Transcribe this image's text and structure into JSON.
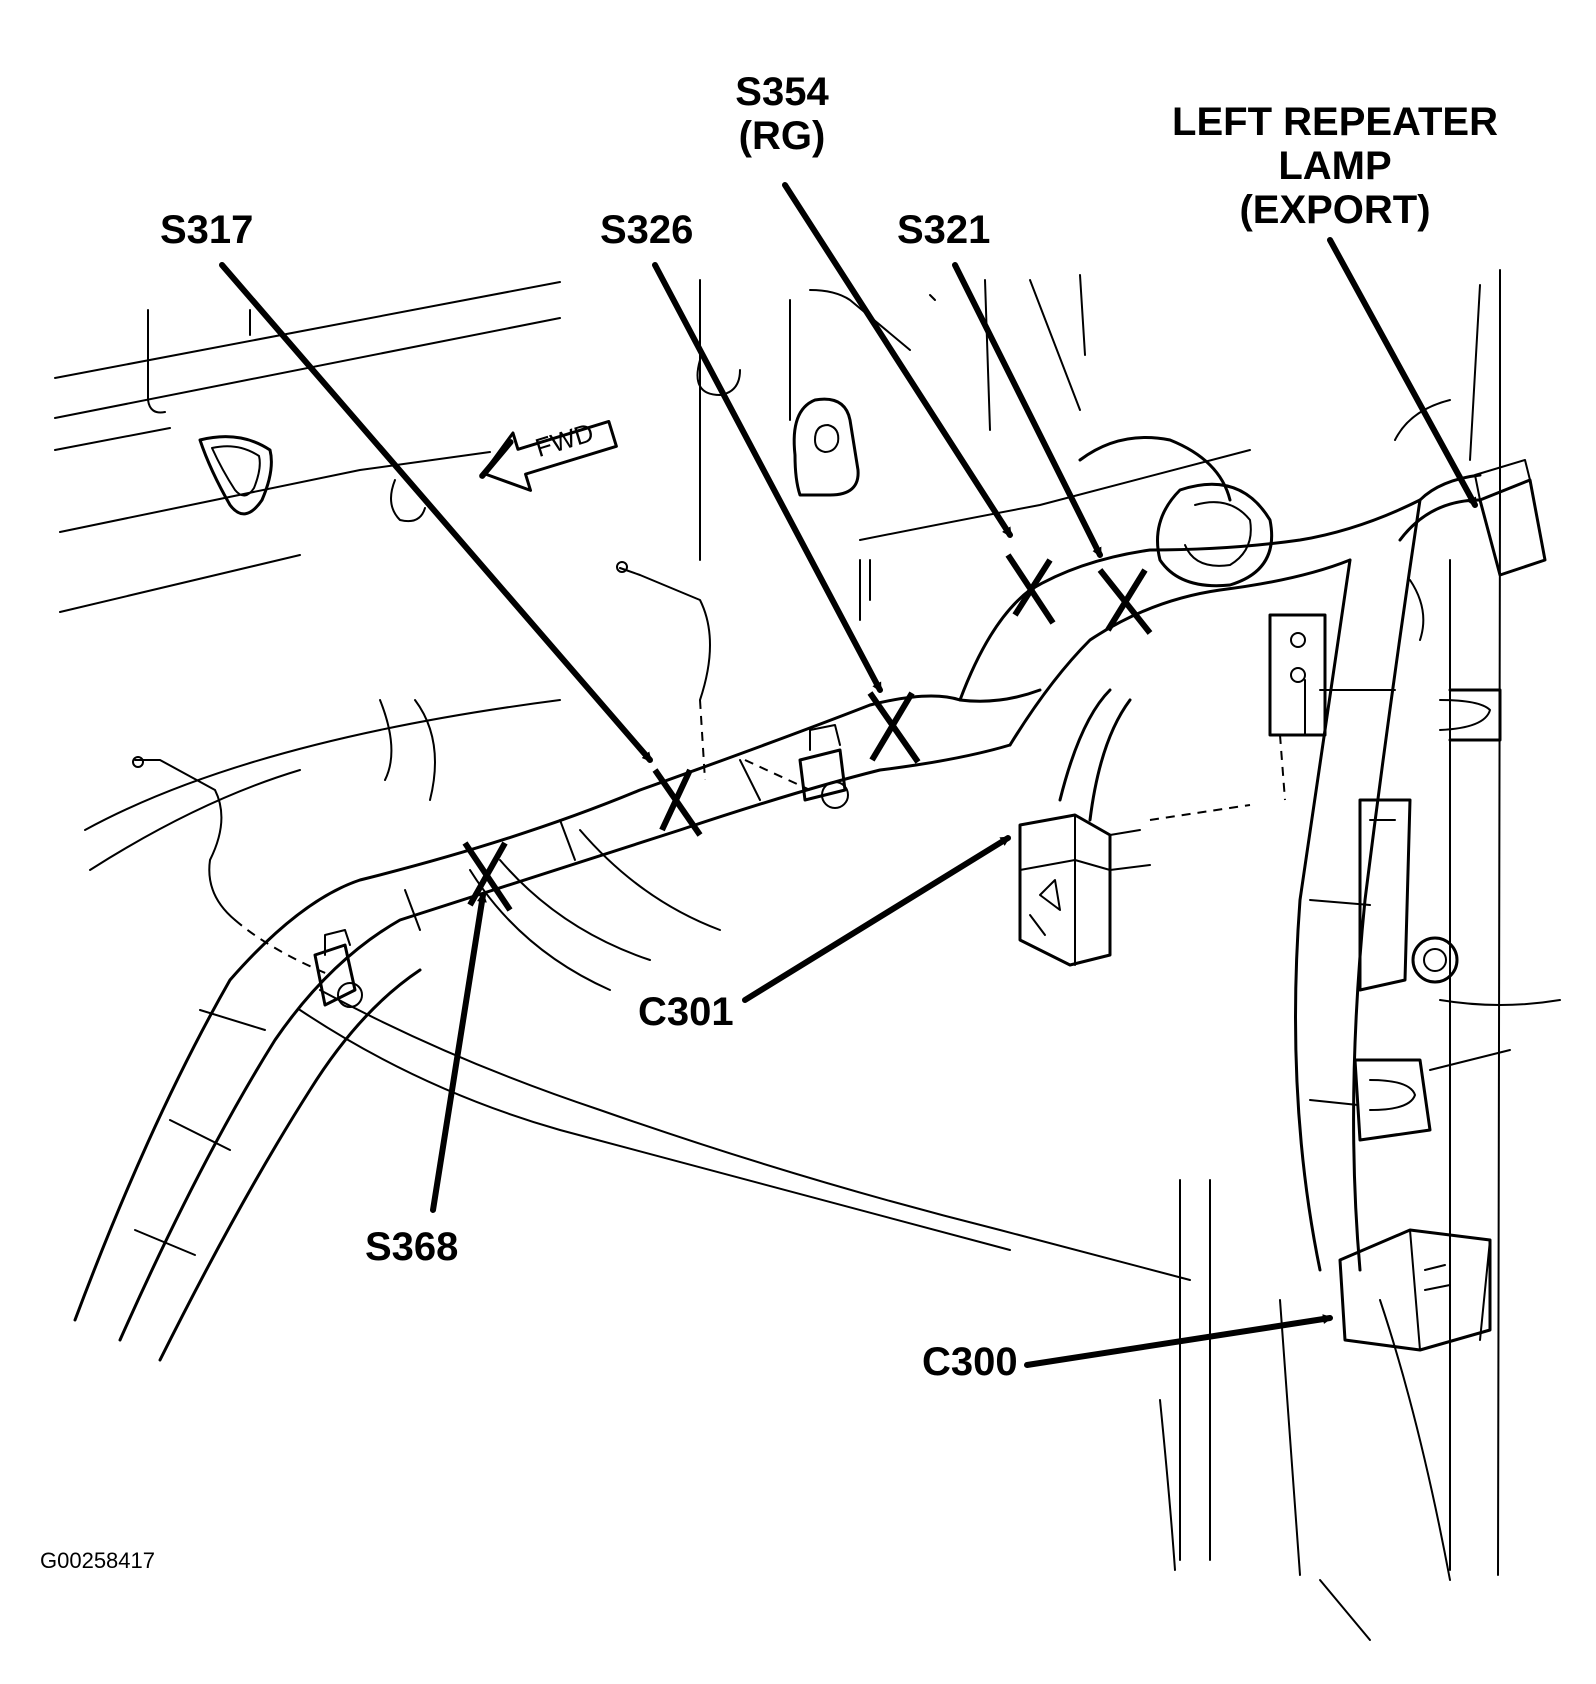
{
  "figure_id": "G00258417",
  "orientation_arrow": {
    "text": "FWD",
    "icon": "forward-arrow-icon"
  },
  "labels": {
    "s317": "S317",
    "s326": "S326",
    "s354": "S354",
    "s354_note": "(RG)",
    "s321": "S321",
    "left_repeater_line1": "LEFT REPEATER",
    "left_repeater_line2": "LAMP",
    "left_repeater_line3": "(EXPORT)",
    "c301": "C301",
    "s368": "S368",
    "c300": "C300"
  },
  "splices": [
    "S317",
    "S326",
    "S354",
    "S321",
    "S368"
  ],
  "connectors": [
    "C300",
    "C301"
  ]
}
